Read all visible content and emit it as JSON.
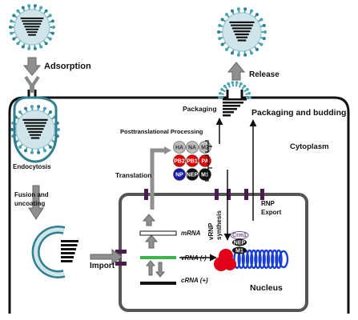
{
  "stages": {
    "adsorption": "Adsorption",
    "release": "Release",
    "packaging_budding": "Packaging and budding",
    "packaging": "Packaging",
    "cytoplasm": "Cytoplasm",
    "ptm": "Posttranslational Processing",
    "translation": "Translation",
    "endocytosis": "Endocytosis",
    "fusion_line1": "Fusion and",
    "fusion_line2": "uncoating",
    "import": "Import",
    "nucleus": "Nucleus",
    "rnp_export_line1": "RNP",
    "rnp_export_line2": "Export",
    "vrnp_line1": "vRNP",
    "vrnp_line2": "synthesis"
  },
  "rna": {
    "mrna": "mRNA",
    "vrna": "vRNA (-)",
    "crna": "cRNA (+)"
  },
  "proteins": {
    "row1": [
      "HA",
      "NA",
      "M2"
    ],
    "row2": [
      "PB2",
      "PB1",
      "PA"
    ],
    "row3": [
      "NP",
      "NEP",
      "M1"
    ]
  },
  "rnp_complex": {
    "crm1": "Crm1",
    "nep": "NEP",
    "m1": "M1"
  },
  "colors": {
    "virion_spike": "#4aa3b3",
    "envelope": "#cfe5ea",
    "membrane_teal": "#2f7f8f",
    "pore": "#4b1d4f",
    "vrna_green": "#3bb54a",
    "polymerase_red": "#e0001a",
    "rnp_blue": "#1a3fd6",
    "protein_grey": "#bdbdbd",
    "protein_red": "#e60000",
    "protein_blue": "#1a1aa6",
    "protein_black": "#111111"
  }
}
